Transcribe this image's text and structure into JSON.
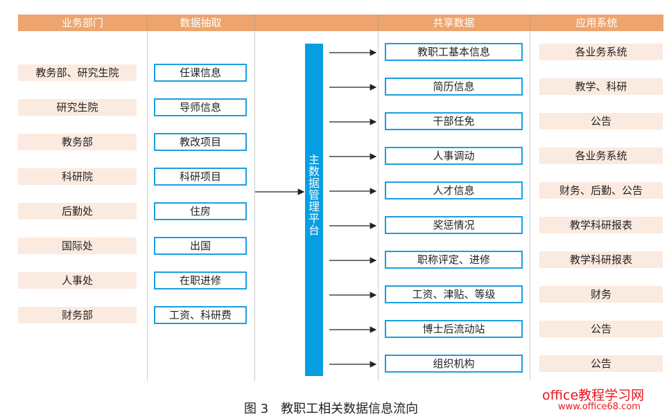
{
  "headers": [
    "业务部门",
    "数据抽取",
    "",
    "共享数据",
    "应用系统"
  ],
  "departments": [
    "教务部、研究生院",
    "研究生院",
    "教务部",
    "科研院",
    "后勤处",
    "国际处",
    "人事处",
    "财务部"
  ],
  "extracted": [
    "任课信息",
    "导师信息",
    "教改项目",
    "科研项目",
    "住房",
    "出国",
    "在职进修",
    "工资、科研费"
  ],
  "platform": "主数据管理平台",
  "shared": [
    "教职工基本信息",
    "简历信息",
    "干部任免",
    "人事调动",
    "人才信息",
    "奖惩情况",
    "职称评定、进修",
    "工资、津贴、等级",
    "博士后流动站",
    "组织机构"
  ],
  "apps": [
    "各业务系统",
    "教学、科研",
    "公告",
    "各业务系统",
    "财务、后勤、公告",
    "教学科研报表",
    "教学科研报表",
    "财务",
    "公告",
    "公告"
  ],
  "caption": "图 3　教职工相关数据信息流向",
  "watermark": {
    "title": "office教程学习网",
    "url": "www.office68.com"
  },
  "colors": {
    "header": "#eda46e",
    "box_border": "#1a9ee0",
    "platform": "#069ee3",
    "light": "#fbeadf"
  }
}
